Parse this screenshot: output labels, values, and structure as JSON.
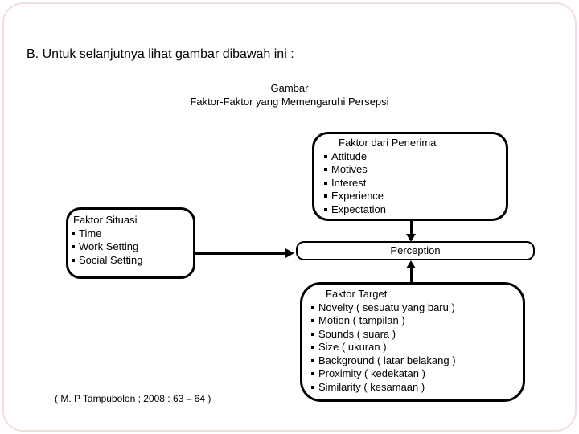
{
  "slide": {
    "heading": "B. Untuk selanjutnya lihat gambar dibawah ini :",
    "caption_title": "Gambar",
    "caption_subtitle": "Faktor-Faktor yang Memengaruhi Persepsi",
    "citation": "( M. P Tampubolon ; 2008 : 63 – 64 )"
  },
  "diagram": {
    "receiver_box": {
      "title": "Faktor dari Penerima",
      "items": [
        "Attitude",
        "Motives",
        "Interest",
        "Experience",
        "Expectation"
      ]
    },
    "situation_box": {
      "title": "Faktor Situasi",
      "items": [
        "Time",
        "Work Setting",
        "Social Setting"
      ]
    },
    "target_box": {
      "title": "Faktor Target",
      "items": [
        "Novelty ( sesuatu yang baru )",
        "Motion ( tampilan )",
        "Sounds ( suara )",
        "Size ( ukuran )",
        "Background ( latar belakang )",
        "Proximity ( kedekatan )",
        "Similarity ( kesamaan )"
      ]
    },
    "perception_box": {
      "title": "Perception"
    }
  },
  "colors": {
    "text": "#000000",
    "box_border": "#000000",
    "arrow": "#000000",
    "frame_border": "#f2dedc",
    "background": "#ffffff"
  }
}
